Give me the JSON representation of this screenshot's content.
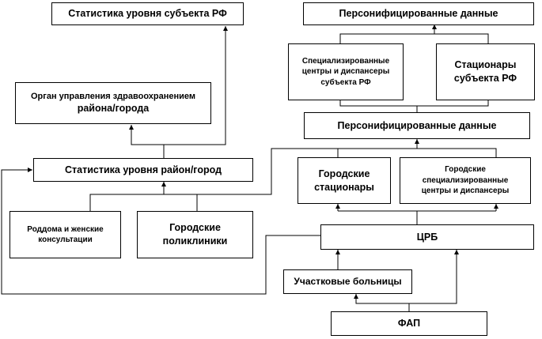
{
  "diagram": {
    "colors": {
      "line": "#000000",
      "box_border": "#000000",
      "background": "#ffffff"
    },
    "boxes": {
      "stat_rf": {
        "label": "Статистика уровня субъекта РФ"
      },
      "organ": {
        "label_line1": "Орган управления здравоохранением",
        "label_line2": "района/города"
      },
      "stat_rayon": {
        "label": "Статистика уровня район/город"
      },
      "roddoma": {
        "label_line1": "Роддома и женские",
        "label_line2": "консультации"
      },
      "poliklinik": {
        "label_line1": "Городские",
        "label_line2": "поликлиники"
      },
      "pers_top": {
        "label": "Персонифицированные данные"
      },
      "spec_rf": {
        "label_line1": "Специализированные",
        "label_line2": "центры и диспансеры",
        "label_line3": "субъекта РФ"
      },
      "stac_rf": {
        "label_line1": "Стационары",
        "label_line2": "субъекта РФ"
      },
      "pers_mid": {
        "label": "Персонифицированные данные"
      },
      "gor_stac": {
        "label_line1": "Городские",
        "label_line2": "стационары"
      },
      "gor_spec": {
        "label_line1": "Городские",
        "label_line2": "специализированные",
        "label_line3": "центры и диспансеры"
      },
      "crb": {
        "label": "ЦРБ"
      },
      "uchastk": {
        "label": "Участковые больницы"
      },
      "fap": {
        "label": "ФАП"
      }
    }
  }
}
